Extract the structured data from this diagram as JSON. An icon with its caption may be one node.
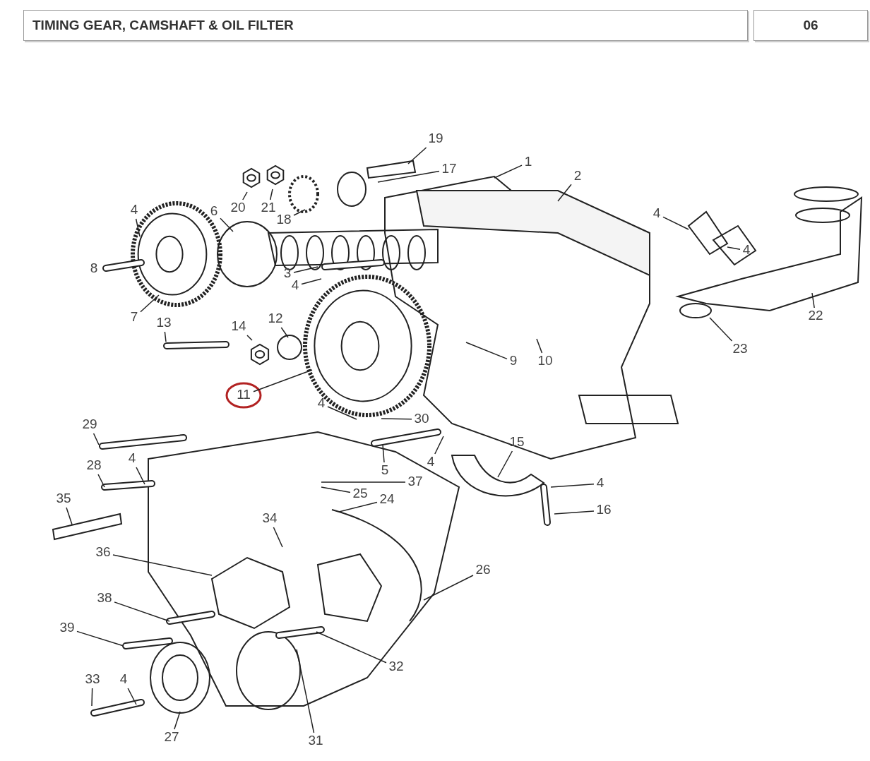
{
  "diagram": {
    "title": "TIMING GEAR, CAMSHAFT & OIL FILTER",
    "nodes": [
      {
        "text": [
          "19"
        ]
      },
      {
        "text": [
          "1"
        ]
      },
      {
        "text": [
          "17"
        ]
      },
      {
        "text": [
          "2"
        ]
      },
      {
        "text": [
          "20"
        ]
      },
      {
        "text": [
          "21"
        ]
      },
      {
        "text": [
          "6"
        ]
      },
      {
        "text": [
          "4"
        ]
      },
      {
        "text": [
          "4"
        ]
      },
      {
        "text": [
          "18"
        ]
      },
      {
        "text": [
          "4"
        ]
      },
      {
        "text": [
          "3"
        ]
      },
      {
        "text": [
          "4"
        ]
      },
      {
        "text": [
          "7"
        ]
      },
      {
        "text": [
          "22"
        ]
      },
      {
        "text": [
          "12"
        ]
      },
      {
        "text": [
          "14"
        ]
      },
      {
        "text": [
          "13"
        ]
      },
      {
        "text": [
          "23"
        ]
      },
      {
        "text": [
          "9"
        ]
      },
      {
        "text": [
          "10"
        ]
      },
      {
        "text": [
          "11"
        ]
      },
      {
        "text": [
          "4"
        ]
      },
      {
        "text": [
          "30"
        ]
      },
      {
        "text": [
          "29"
        ]
      },
      {
        "text": [
          "15"
        ]
      },
      {
        "text": [
          "4"
        ]
      },
      {
        "text": [
          "4"
        ]
      },
      {
        "text": [
          "28"
        ]
      },
      {
        "text": [
          "5"
        ]
      },
      {
        "text": [
          "37"
        ]
      },
      {
        "text": [
          "4"
        ]
      },
      {
        "text": [
          "25"
        ]
      },
      {
        "text": [
          "35"
        ]
      },
      {
        "text": [
          "24"
        ]
      },
      {
        "text": [
          "16"
        ]
      },
      {
        "text": [
          "34"
        ]
      },
      {
        "text": [
          "36"
        ]
      },
      {
        "text": [
          "26"
        ]
      },
      {
        "text": [
          "38"
        ]
      },
      {
        "text": [
          "39"
        ]
      },
      {
        "text": [
          "32"
        ]
      },
      {
        "text": [
          "33"
        ]
      },
      {
        "text": [
          "4"
        ]
      },
      {
        "text": [
          "27"
        ]
      },
      {
        "text": [
          "31"
        ]
      }
    ],
    "edges": [
      {
        "from": 0,
        "to": null,
        "arrow": "none"
      },
      {
        "from": 1,
        "to": null,
        "arrow": "none"
      },
      {
        "from": 2,
        "to": null,
        "arrow": "none"
      },
      {
        "from": 3,
        "to": null,
        "arrow": "none"
      },
      {
        "from": 4,
        "to": null,
        "arrow": "none"
      },
      {
        "from": 5,
        "to": null,
        "arrow": "none"
      },
      {
        "from": 6,
        "to": null,
        "arrow": "none"
      },
      {
        "from": 7,
        "to": null,
        "arrow": "none"
      },
      {
        "from": 8,
        "to": null,
        "arrow": "none"
      },
      {
        "from": 9,
        "to": null,
        "arrow": "none"
      },
      {
        "from": 10,
        "to": null,
        "arrow": "none"
      },
      {
        "from": 11,
        "to": null,
        "arrow": "none"
      },
      {
        "from": 12,
        "to": null,
        "arrow": "none"
      },
      {
        "from": 13,
        "to": null,
        "arrow": "none"
      },
      {
        "from": 14,
        "to": null,
        "arrow": "none"
      },
      {
        "from": 15,
        "to": null,
        "arrow": "none"
      },
      {
        "from": 16,
        "to": null,
        "arrow": "none"
      },
      {
        "from": 17,
        "to": null,
        "arrow": "none"
      },
      {
        "from": 18,
        "to": null,
        "arrow": "none"
      },
      {
        "from": 19,
        "to": null,
        "arrow": "none"
      },
      {
        "from": 20,
        "to": null,
        "arrow": "none"
      },
      {
        "from": 21,
        "to": null,
        "arrow": "none"
      },
      {
        "from": 22,
        "to": null,
        "arrow": "none"
      },
      {
        "from": 23,
        "to": null,
        "arrow": "none"
      },
      {
        "from": 24,
        "to": null,
        "arrow": "none"
      },
      {
        "from": 25,
        "to": null,
        "arrow": "none"
      },
      {
        "from": 26,
        "to": null,
        "arrow": "none"
      },
      {
        "from": 27,
        "to": null,
        "arrow": "none"
      },
      {
        "from": 28,
        "to": null,
        "arrow": "none"
      },
      {
        "from": 29,
        "to": null,
        "arrow": "none"
      },
      {
        "from": 30,
        "to": null,
        "arrow": "none"
      },
      {
        "from": 31,
        "to": null,
        "arrow": "none"
      },
      {
        "from": 32,
        "to": null,
        "arrow": "none"
      },
      {
        "from": 33,
        "to": null,
        "arrow": "none"
      },
      {
        "from": 34,
        "to": null,
        "arrow": "none"
      },
      {
        "from": 35,
        "to": null,
        "arrow": "none"
      },
      {
        "from": 36,
        "to": null,
        "arrow": "none"
      },
      {
        "from": 37,
        "to": null,
        "arrow": "none"
      },
      {
        "from": 38,
        "to": null,
        "arrow": "none"
      },
      {
        "from": 39,
        "to": null,
        "arrow": "none"
      },
      {
        "from": 40,
        "to": null,
        "arrow": "none"
      },
      {
        "from": 41,
        "to": null,
        "arrow": "none"
      },
      {
        "from": 42,
        "to": null,
        "arrow": "none"
      },
      {
        "from": 43,
        "to": null,
        "arrow": "none"
      },
      {
        "from": 44,
        "to": null,
        "arrow": "none"
      },
      {
        "from": 45,
        "to": null,
        "arrow": "none"
      }
    ],
    "labels": [
      "06",
      "8"
    ]
  }
}
